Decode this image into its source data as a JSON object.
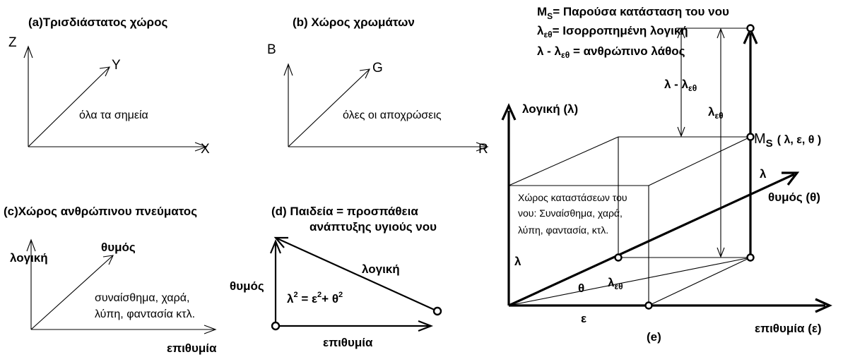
{
  "panel_a": {
    "title": "(a)Τρισδιάστατος χώρος",
    "axis_z": "Z",
    "axis_y": "Y",
    "axis_x": "X",
    "caption": "όλα τα σημεία"
  },
  "panel_b": {
    "title": "(b) Χώρος χρωμάτων",
    "axis_b": "B",
    "axis_g": "G",
    "axis_r": "R",
    "caption": "όλες  οι αποχρώσεις"
  },
  "panel_c": {
    "title": "(c)Χώρος  ανθρώπινου πνεύματος",
    "axis_logic": "λογική",
    "axis_thymos": "θυμός",
    "axis_desire": "επιθυμία",
    "caption_line1": "συναίσθημα, χαρά,",
    "caption_line2": "λύπη, φαντασία κτλ."
  },
  "panel_d": {
    "title_line1": "(d)  Παιδεία = προσπάθεια",
    "title_line2": "ανάπτυξης υγιούς νου",
    "side_thymos": "θυμός",
    "side_logic": "λογική",
    "side_desire": "επιθυμία",
    "formula": {
      "lhs": "λ",
      "lhs_exp": "2",
      "eq": " = ε",
      "eps_exp": "2",
      "plus": "+ θ",
      "theta_exp": "2"
    }
  },
  "panel_e": {
    "legend": {
      "ms_main": "M",
      "ms_sub": "S",
      "ms_text": "= Παρούσα κατάσταση του νου",
      "leth_main": "λ",
      "leth_sub": "εθ",
      "leth_text": "= Ισορροπημένη λογική",
      "err_main": "λ - λ",
      "err_sub": "εθ",
      "err_text": " = ανθρώπινο λάθος"
    },
    "axis_logic": "λογική (λ)",
    "axis_thymos": "θυμός (θ)",
    "axis_desire": "επιθυμία (ε)",
    "label_lambda_left": "λ",
    "label_lambda_right": "λ",
    "label_theta": "θ",
    "label_eps": "ε",
    "label_leth_main": "λ",
    "label_leth_sub": "εθ",
    "dim_err_main": "λ - λ",
    "dim_err_sub": "εθ",
    "dim_leth_main": "λ",
    "dim_leth_sub": "εθ",
    "ms_point_main": "M",
    "ms_point_sub": "S",
    "ms_point_coords": "( λ, ε, θ )",
    "box_line1": "Χώρος καταστάσεων του",
    "box_line2": "νου: Συναίσθημα, χαρά,",
    "box_line3": "λύπη, φαντασία, κτλ.",
    "caption": "(e)"
  }
}
